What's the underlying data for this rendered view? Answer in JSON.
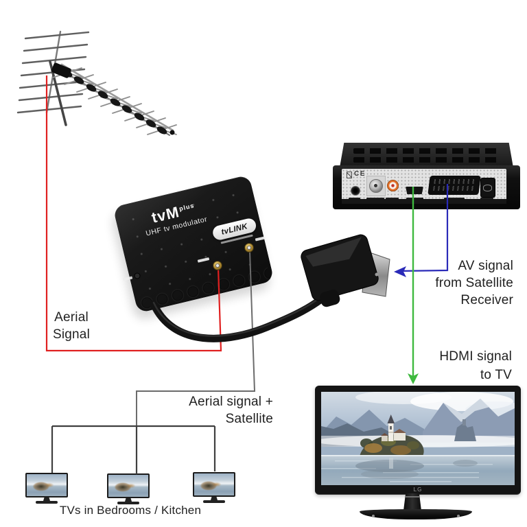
{
  "labels": {
    "aerial": {
      "line1": "Aerial",
      "line2": "Signal"
    },
    "av": {
      "line1": "AV signal",
      "line2": "from Satellite",
      "line3": "Receiver"
    },
    "hdmi": {
      "line1": "HDMI signal",
      "line2": "to TV"
    },
    "aerial_satellite": {
      "line1": "Aerial signal +",
      "line2": "Satellite"
    },
    "tvs_caption": "TVs in Bedrooms / Kitchen"
  },
  "modulator": {
    "name": "tvM",
    "name_superscript": "plus",
    "subtitle": "UHF tv modulator",
    "badge": "tvLINK"
  },
  "receiver": {
    "ce_mark": "CE"
  },
  "tv": {
    "brand": "LG"
  },
  "signal_colors": {
    "aerial_signal": "#e02020",
    "av_scart": "#2a2ab8",
    "hdmi": "#3eb93e",
    "modulated_output": "#6b6b6b",
    "distribution": "#3f3f3f"
  }
}
